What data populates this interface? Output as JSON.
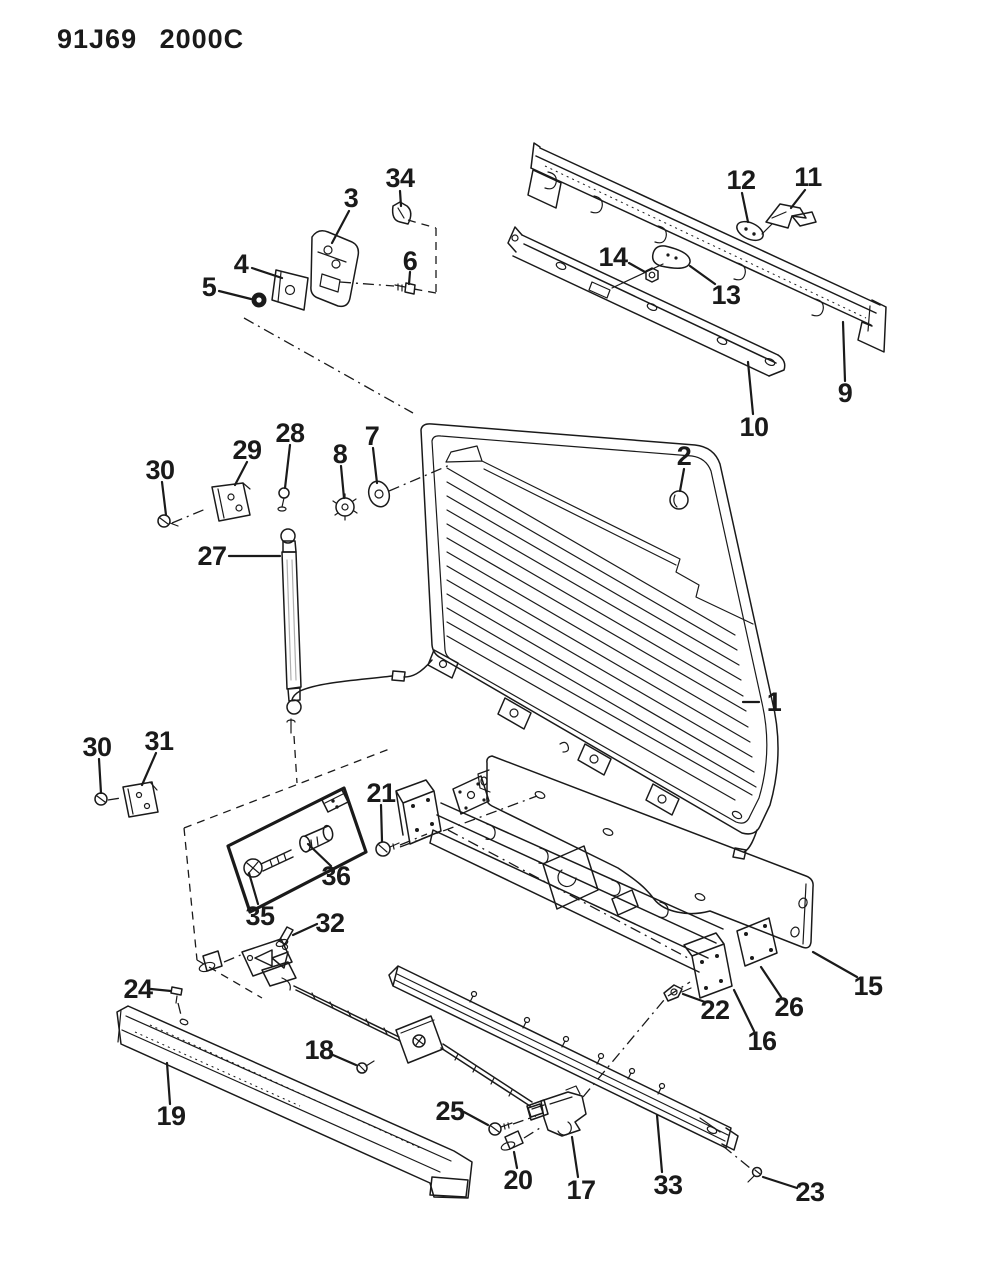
{
  "title": "91J69 2000C",
  "art": {
    "ink": "#1a1a1a",
    "background": "#ffffff"
  },
  "callouts": {
    "1": "1",
    "2": "2",
    "3": "3",
    "4": "4",
    "5": "5",
    "6": "6",
    "7": "7",
    "8": "8",
    "9": "9",
    "10": "10",
    "11": "11",
    "12": "12",
    "13": "13",
    "14": "14",
    "15": "15",
    "16": "16",
    "17": "17",
    "18": "18",
    "19": "19",
    "20": "20",
    "21": "21",
    "22": "22",
    "23": "23",
    "24": "24",
    "25": "25",
    "26": "26",
    "27": "27",
    "28": "28",
    "29": "29",
    "30": "30",
    "31": "31",
    "32": "32",
    "33": "33",
    "34": "34",
    "35": "35",
    "36": "36"
  }
}
